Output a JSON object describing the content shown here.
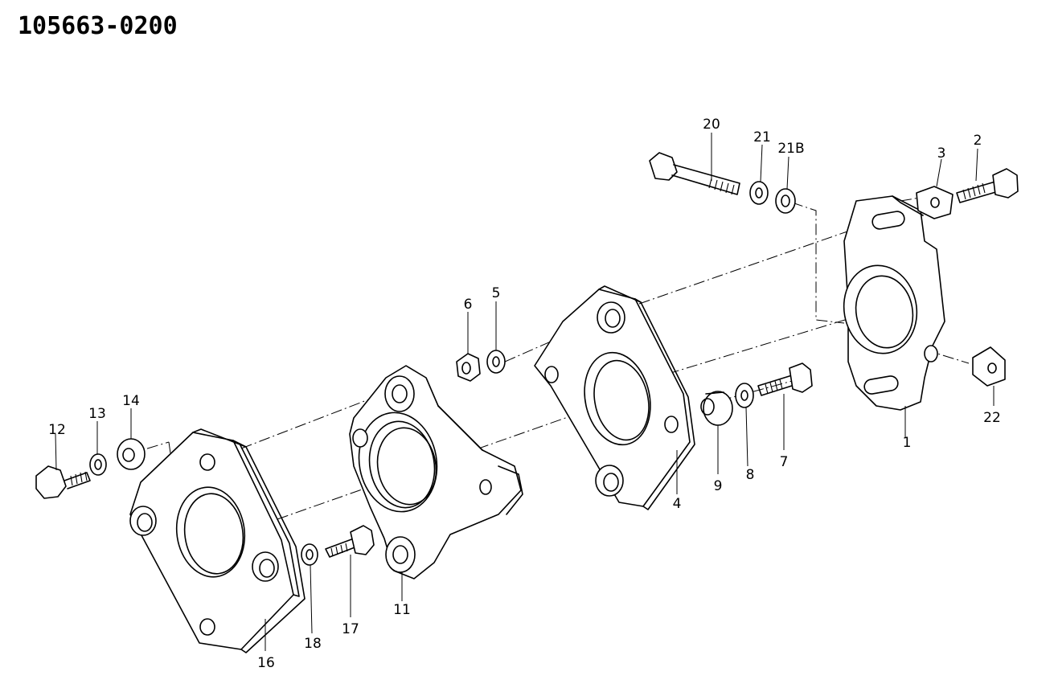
{
  "title": "105663-0200",
  "labels": {
    "p1": "1",
    "p2": "2",
    "p3": "3",
    "p4": "4",
    "p5": "5",
    "p6": "6",
    "p7": "7",
    "p8": "8",
    "p9": "9",
    "p11": "11",
    "p12": "12",
    "p13": "13",
    "p14": "14",
    "p16": "16",
    "p17": "17",
    "p18": "18",
    "p20": "20",
    "p21": "21",
    "p21b": "21B",
    "p22": "22"
  }
}
